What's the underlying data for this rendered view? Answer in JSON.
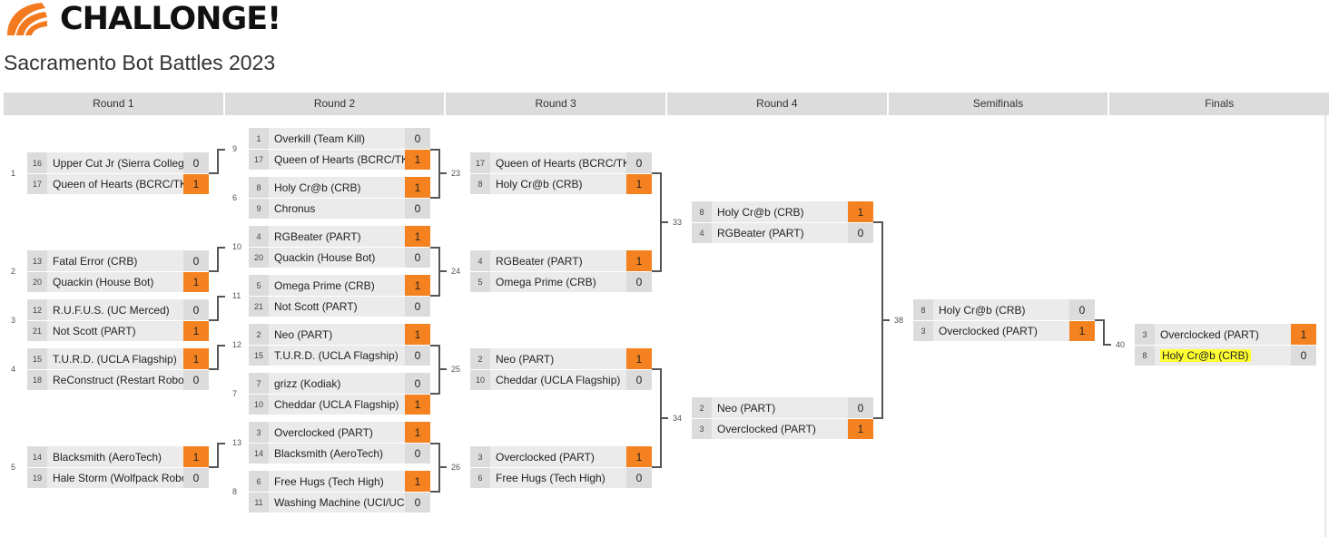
{
  "brand": {
    "logo_text": "CHALLONGE!"
  },
  "tournament": {
    "title": "Sacramento Bot Battles 2023"
  },
  "rounds": [
    "Round 1",
    "Round 2",
    "Round 3",
    "Round 4",
    "Semifinals",
    "Finals"
  ],
  "matches": {
    "m1": {
      "number": "1",
      "p1": {
        "seed": "16",
        "name": "Upper Cut Jr (Sierra College)",
        "score": "0"
      },
      "p2": {
        "seed": "17",
        "name": "Queen of Hearts (BCRC/TK)",
        "score": "1"
      }
    },
    "m2": {
      "number": "2",
      "p1": {
        "seed": "13",
        "name": "Fatal Error (CRB)",
        "score": "0"
      },
      "p2": {
        "seed": "20",
        "name": "Quackin (House Bot)",
        "score": "1"
      }
    },
    "m3": {
      "number": "3",
      "p1": {
        "seed": "12",
        "name": "R.U.F.U.S. (UC Merced)",
        "score": "0"
      },
      "p2": {
        "seed": "21",
        "name": "Not Scott (PART)",
        "score": "1"
      }
    },
    "m4": {
      "number": "4",
      "p1": {
        "seed": "15",
        "name": "T.U.R.D. (UCLA Flagship)",
        "score": "1"
      },
      "p2": {
        "seed": "18",
        "name": "ReConstruct (Restart Robotics)",
        "score": "0"
      }
    },
    "m5": {
      "number": "5",
      "p1": {
        "seed": "14",
        "name": "Blacksmith (AeroTech)",
        "score": "1"
      },
      "p2": {
        "seed": "19",
        "name": "Hale Storm (Wolfpack Robotics)",
        "score": "0"
      }
    },
    "m9": {
      "number": "9",
      "p1": {
        "seed": "1",
        "name": "Overkill (Team Kill)",
        "score": "0"
      },
      "p2": {
        "seed": "17",
        "name": "Queen of Hearts (BCRC/TK)",
        "score": "1"
      }
    },
    "m6": {
      "number": "6",
      "p1": {
        "seed": "8",
        "name": "Holy Cr@b (CRB)",
        "score": "1"
      },
      "p2": {
        "seed": "9",
        "name": "Chronus",
        "score": "0"
      }
    },
    "m10": {
      "number": "10",
      "p1": {
        "seed": "4",
        "name": "RGBeater (PART)",
        "score": "1"
      },
      "p2": {
        "seed": "20",
        "name": "Quackin (House Bot)",
        "score": "0"
      }
    },
    "m11": {
      "number": "11",
      "p1": {
        "seed": "5",
        "name": "Omega Prime (CRB)",
        "score": "1"
      },
      "p2": {
        "seed": "21",
        "name": "Not Scott (PART)",
        "score": "0"
      }
    },
    "m12": {
      "number": "12",
      "p1": {
        "seed": "2",
        "name": "Neo (PART)",
        "score": "1"
      },
      "p2": {
        "seed": "15",
        "name": "T.U.R.D. (UCLA Flagship)",
        "score": "0"
      }
    },
    "m7": {
      "number": "7",
      "p1": {
        "seed": "7",
        "name": "grizz (Kodiak)",
        "score": "0"
      },
      "p2": {
        "seed": "10",
        "name": "Cheddar (UCLA Flagship)",
        "score": "1"
      }
    },
    "m13": {
      "number": "13",
      "p1": {
        "seed": "3",
        "name": "Overclocked (PART)",
        "score": "1"
      },
      "p2": {
        "seed": "14",
        "name": "Blacksmith (AeroTech)",
        "score": "0"
      }
    },
    "m8": {
      "number": "8",
      "p1": {
        "seed": "6",
        "name": "Free Hugs (Tech High)",
        "score": "1"
      },
      "p2": {
        "seed": "11",
        "name": "Washing Machine (UCI/UCSD)",
        "score": "0"
      }
    },
    "m23": {
      "number": "23",
      "p1": {
        "seed": "17",
        "name": "Queen of Hearts (BCRC/TK)",
        "score": "0"
      },
      "p2": {
        "seed": "8",
        "name": "Holy Cr@b (CRB)",
        "score": "1"
      }
    },
    "m24": {
      "number": "24",
      "p1": {
        "seed": "4",
        "name": "RGBeater (PART)",
        "score": "1"
      },
      "p2": {
        "seed": "5",
        "name": "Omega Prime (CRB)",
        "score": "0"
      }
    },
    "m25": {
      "number": "25",
      "p1": {
        "seed": "2",
        "name": "Neo (PART)",
        "score": "1"
      },
      "p2": {
        "seed": "10",
        "name": "Cheddar (UCLA Flagship)",
        "score": "0"
      }
    },
    "m26": {
      "number": "26",
      "p1": {
        "seed": "3",
        "name": "Overclocked (PART)",
        "score": "1"
      },
      "p2": {
        "seed": "6",
        "name": "Free Hugs (Tech High)",
        "score": "0"
      }
    },
    "m33": {
      "number": "33",
      "p1": {
        "seed": "8",
        "name": "Holy Cr@b (CRB)",
        "score": "1"
      },
      "p2": {
        "seed": "4",
        "name": "RGBeater (PART)",
        "score": "0"
      }
    },
    "m34": {
      "number": "34",
      "p1": {
        "seed": "2",
        "name": "Neo (PART)",
        "score": "0"
      },
      "p2": {
        "seed": "3",
        "name": "Overclocked (PART)",
        "score": "1"
      }
    },
    "m38": {
      "number": "38",
      "p1": {
        "seed": "8",
        "name": "Holy Cr@b (CRB)",
        "score": "0"
      },
      "p2": {
        "seed": "3",
        "name": "Overclocked (PART)",
        "score": "1"
      }
    },
    "m40": {
      "number": "40",
      "p1": {
        "seed": "3",
        "name": "Overclocked (PART)",
        "score": "1"
      },
      "p2": {
        "seed": "8",
        "name": "Holy Cr@b (CRB)",
        "score": "0"
      }
    }
  },
  "colors": {
    "winner_score_bg": "#f58220",
    "highlight": "#ffff33",
    "logo": "#f47a20"
  }
}
